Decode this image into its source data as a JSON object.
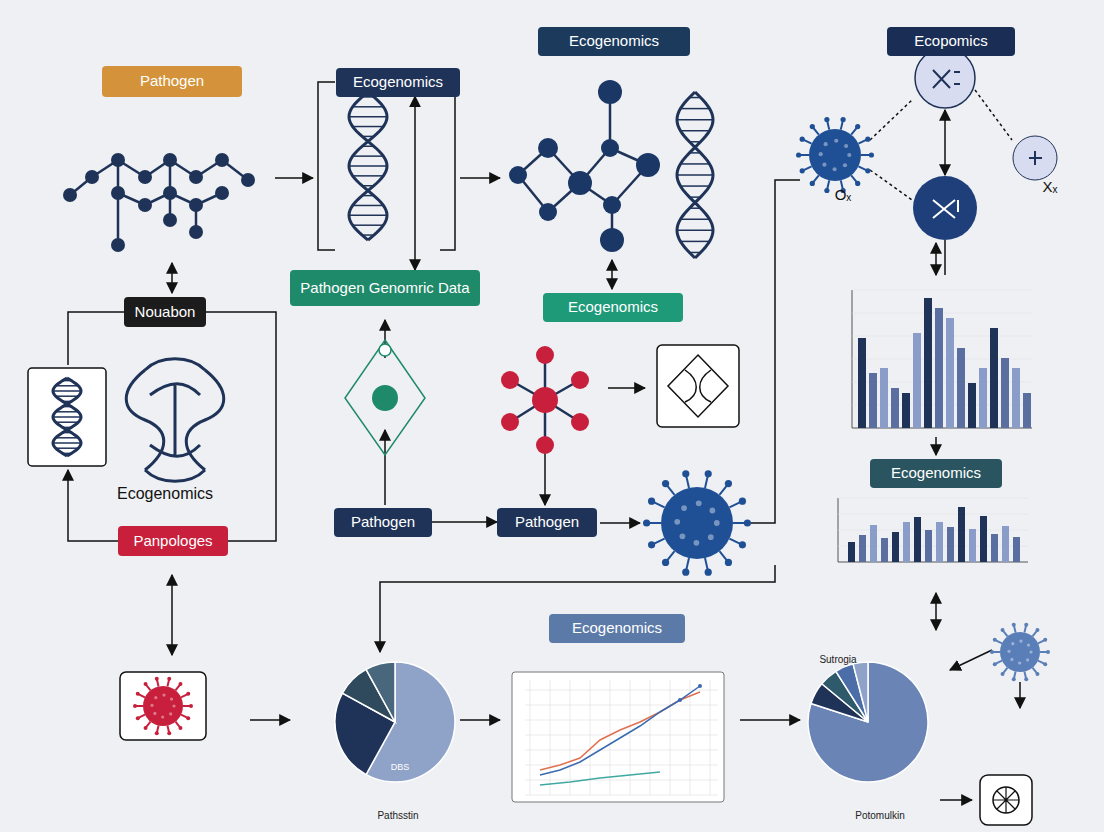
{
  "diagram": {
    "nodes": [
      {
        "text": [
          "Pathogen"
        ]
      },
      {
        "text": [
          "Ecogenomics"
        ]
      },
      {
        "text": [
          "Ecogenomics"
        ]
      },
      {
        "text": [
          "Ecopomics"
        ]
      },
      {
        "text": [
          "Pathogen Genomric Data"
        ]
      },
      {
        "text": [
          "Ecogenomics"
        ]
      },
      {
        "text": [
          "Nouabon"
        ]
      },
      {
        "text": [
          "Panpologes"
        ]
      },
      {
        "text": [
          "Pathogen"
        ]
      },
      {
        "text": [
          "Pathogen"
        ]
      },
      {
        "text": [
          "Ecogenomics"
        ]
      },
      {
        "text": [
          "Ecogenomics"
        ]
      }
    ],
    "edges": [
      {
        "from": 1,
        "to": 4,
        "arrow": "both"
      },
      {
        "from": 8,
        "to": 9,
        "arrow": "to"
      },
      {
        "from": 6,
        "to": 7,
        "arrow": "none"
      }
    ],
    "labels": [
      "Ecogenomics",
      "Oₓ",
      "Xₓ",
      "DBS",
      "Pathsstin",
      "Sutrogia",
      "Potomulkin"
    ]
  }
}
